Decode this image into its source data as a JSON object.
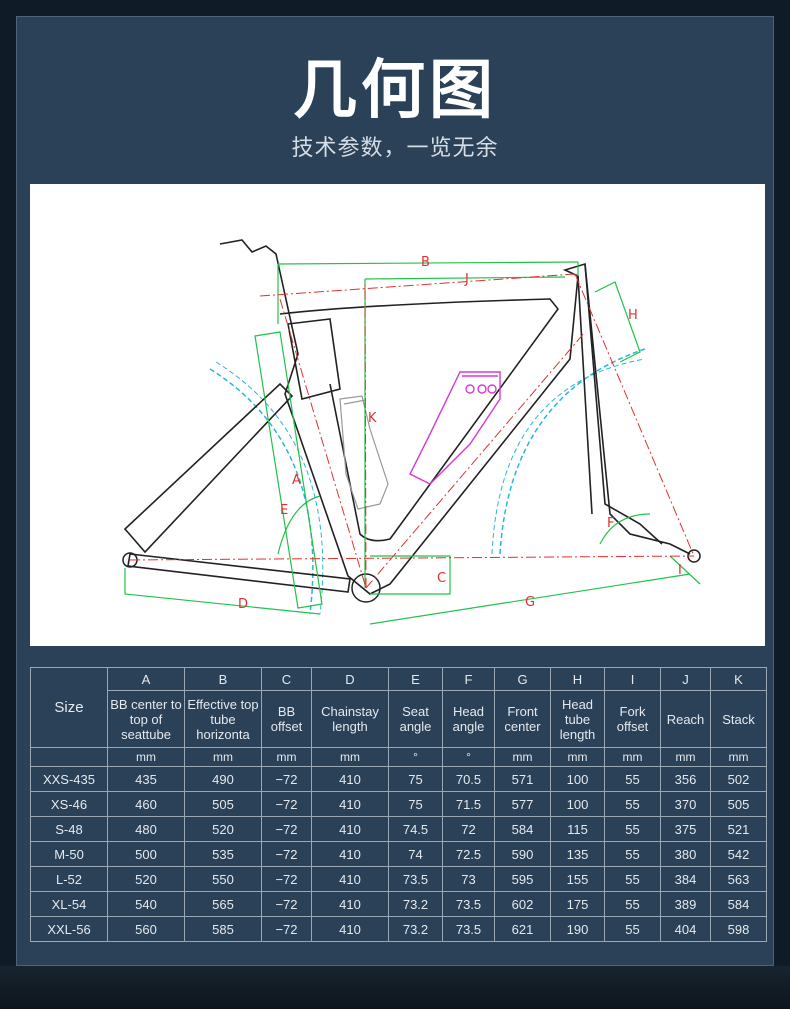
{
  "header": {
    "title": "几何图",
    "subtitle": "技术参数，一览无余"
  },
  "diagram": {
    "labels": [
      "B",
      "J",
      "H",
      "K",
      "A",
      "E",
      "C",
      "D",
      "G",
      "F",
      "I"
    ]
  },
  "table": {
    "size_label": "Size",
    "letters": [
      "A",
      "B",
      "C",
      "D",
      "E",
      "F",
      "G",
      "H",
      "I",
      "J",
      "K"
    ],
    "names": [
      "BB center to top of seattube",
      "Effective top tube horizonta",
      "BB offset",
      "Chainstay length",
      "Seat angle",
      "Head angle",
      "Front center",
      "Head tube length",
      "Fork offset",
      "Reach",
      "Stack"
    ],
    "units": [
      "mm",
      "mm",
      "mm",
      "mm",
      "°",
      "°",
      "mm",
      "mm",
      "mm",
      "mm",
      "mm"
    ],
    "rows": [
      {
        "size": "XXS-435",
        "values": [
          "435",
          "490",
          "−72",
          "410",
          "75",
          "70.5",
          "571",
          "100",
          "55",
          "356",
          "502"
        ]
      },
      {
        "size": "XS-46",
        "values": [
          "460",
          "505",
          "−72",
          "410",
          "75",
          "71.5",
          "577",
          "100",
          "55",
          "370",
          "505"
        ]
      },
      {
        "size": "S-48",
        "values": [
          "480",
          "520",
          "−72",
          "410",
          "74.5",
          "72",
          "584",
          "115",
          "55",
          "375",
          "521"
        ]
      },
      {
        "size": "M-50",
        "values": [
          "500",
          "535",
          "−72",
          "410",
          "74",
          "72.5",
          "590",
          "135",
          "55",
          "380",
          "542"
        ]
      },
      {
        "size": "L-52",
        "values": [
          "520",
          "550",
          "−72",
          "410",
          "73.5",
          "73",
          "595",
          "155",
          "55",
          "384",
          "563"
        ]
      },
      {
        "size": "XL-54",
        "values": [
          "540",
          "565",
          "−72",
          "410",
          "73.2",
          "73.5",
          "602",
          "175",
          "55",
          "389",
          "584"
        ]
      },
      {
        "size": "XXL-56",
        "values": [
          "560",
          "585",
          "−72",
          "410",
          "73.2",
          "73.5",
          "621",
          "190",
          "55",
          "404",
          "598"
        ]
      }
    ]
  },
  "colors": {
    "background": "#2b4158",
    "dimension_green": "#22c24a",
    "dimension_red": "#e0312f",
    "wheel_cyan": "#27b8d8",
    "bottle_magenta": "#d83ad8"
  }
}
